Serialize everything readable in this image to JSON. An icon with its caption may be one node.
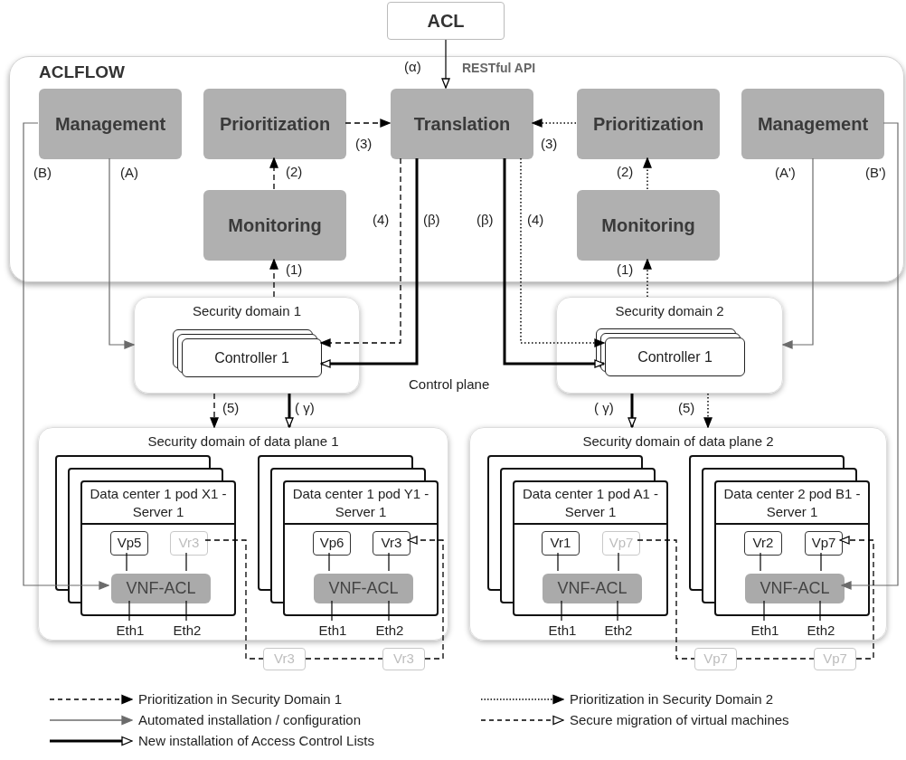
{
  "diagram": {
    "nodes": [
      {
        "text": [
          "ACL"
        ]
      },
      {
        "text": [
          "ACLFLOW"
        ]
      },
      {
        "text": [
          "Management"
        ],
        "in": 1
      },
      {
        "text": [
          "Prioritization"
        ],
        "in": 1
      },
      {
        "text": [
          "Translation"
        ],
        "in": 1
      },
      {
        "text": [
          "Prioritization"
        ],
        "in": 1
      },
      {
        "text": [
          "Management"
        ],
        "in": 1
      },
      {
        "text": [
          "Monitoring"
        ],
        "in": 1
      },
      {
        "text": [
          "Monitoring"
        ],
        "in": 1
      },
      {
        "text": [
          "Security domain 1"
        ]
      },
      {
        "text": [
          "Controller 1"
        ],
        "in": 9
      },
      {
        "text": [
          "Security domain 2"
        ]
      },
      {
        "text": [
          "Controller 1"
        ],
        "in": 11
      },
      {
        "text": [
          "Security domain of data plane 1"
        ]
      },
      {
        "text": [
          "Data center 1 pod X1 - Server 1"
        ],
        "in": 13
      },
      {
        "text": [
          "Vp5"
        ],
        "in": 14
      },
      {
        "text": [
          "Vr3"
        ],
        "in": 14
      },
      {
        "text": [
          "VNF-ACL"
        ],
        "in": 14
      },
      {
        "text": [
          "Eth1"
        ],
        "in": 13
      },
      {
        "text": [
          "Eth2"
        ],
        "in": 13
      },
      {
        "text": [
          "Data center 1 pod Y1 - Server 1"
        ],
        "in": 13
      },
      {
        "text": [
          "Vp6"
        ],
        "in": 20
      },
      {
        "text": [
          "Vr3"
        ],
        "in": 20
      },
      {
        "text": [
          "VNF-ACL"
        ],
        "in": 20
      },
      {
        "text": [
          "Eth1"
        ],
        "in": 13
      },
      {
        "text": [
          "Eth2"
        ],
        "in": 13
      },
      {
        "text": [
          "Security domain of data plane 2"
        ]
      },
      {
        "text": [
          "Data center 1 pod A1 - Server 1"
        ],
        "in": 26
      },
      {
        "text": [
          "Vr1"
        ],
        "in": 27
      },
      {
        "text": [
          "Vp7"
        ],
        "in": 27
      },
      {
        "text": [
          "VNF-ACL"
        ],
        "in": 27
      },
      {
        "text": [
          "Eth1"
        ],
        "in": 26
      },
      {
        "text": [
          "Eth2"
        ],
        "in": 26
      },
      {
        "text": [
          "Data center 2 pod B1 - Server 1"
        ],
        "in": 26
      },
      {
        "text": [
          "Vr2"
        ],
        "in": 33
      },
      {
        "text": [
          "Vp7"
        ],
        "in": 33
      },
      {
        "text": [
          "VNF-ACL"
        ],
        "in": 33
      },
      {
        "text": [
          "Eth1"
        ],
        "in": 26
      },
      {
        "text": [
          "Eth2"
        ],
        "in": 26
      },
      {
        "text": [
          "Vr3"
        ]
      },
      {
        "text": [
          "Vr3"
        ]
      },
      {
        "text": [
          "Vp7"
        ]
      },
      {
        "text": [
          "Vp7"
        ]
      }
    ],
    "edges": [
      {
        "from": 0,
        "to": 4,
        "arrow": "to",
        "label": "(α)"
      },
      {
        "from": 3,
        "to": 4,
        "arrow": "to",
        "label": "(3)",
        "style": "dashed"
      },
      {
        "from": 5,
        "to": 4,
        "arrow": "to",
        "label": "(3)",
        "style": "dashed"
      },
      {
        "from": 7,
        "to": 3,
        "arrow": "to",
        "label": "(2)",
        "style": "dashed"
      },
      {
        "from": 8,
        "to": 5,
        "arrow": "to",
        "label": "(2)",
        "style": "dashed"
      },
      {
        "from": 9,
        "to": 7,
        "arrow": "to",
        "label": "(1)",
        "style": "dashed"
      },
      {
        "from": 11,
        "to": 8,
        "arrow": "to",
        "label": "(1)",
        "style": "dashed"
      },
      {
        "from": 4,
        "to": 10,
        "arrow": "to",
        "label": "(4)",
        "style": "dashed"
      },
      {
        "from": 4,
        "to": 10,
        "arrow": "to",
        "label": "(β)",
        "style": "thick"
      },
      {
        "from": 4,
        "to": 12,
        "arrow": "to",
        "label": "(β)",
        "style": "thick"
      },
      {
        "from": 4,
        "to": 12,
        "arrow": "to",
        "label": "(4)",
        "style": "dashed"
      },
      {
        "from": 2,
        "to": 9,
        "arrow": "to",
        "label": "(A)",
        "color": "#6b6b6b"
      },
      {
        "from": 6,
        "to": 11,
        "arrow": "to",
        "label": "(A')",
        "color": "#6b6b6b"
      },
      {
        "from": 2,
        "to": 17,
        "arrow": "to",
        "label": "(B)",
        "color": "#6b6b6b"
      },
      {
        "from": 6,
        "to": 36,
        "arrow": "to",
        "label": "(B')",
        "color": "#6b6b6b"
      },
      {
        "from": 9,
        "to": 13,
        "arrow": "to",
        "label": "(5)",
        "style": "dashed"
      },
      {
        "from": 9,
        "to": 13,
        "arrow": "to",
        "label": "( γ)",
        "style": "thick"
      },
      {
        "from": 11,
        "to": 26,
        "arrow": "to",
        "label": "( γ)",
        "style": "thick"
      },
      {
        "from": 11,
        "to": 26,
        "arrow": "to",
        "label": "(5)",
        "style": "dashed"
      },
      {
        "from": 15,
        "to": 17,
        "arrow": "none"
      },
      {
        "from": 16,
        "to": 17,
        "arrow": "none"
      },
      {
        "from": 17,
        "to": 18,
        "arrow": "none"
      },
      {
        "from": 17,
        "to": 19,
        "arrow": "none"
      },
      {
        "from": 21,
        "to": 23,
        "arrow": "none"
      },
      {
        "from": 22,
        "to": 23,
        "arrow": "none"
      },
      {
        "from": 23,
        "to": 24,
        "arrow": "none"
      },
      {
        "from": 23,
        "to": 25,
        "arrow": "none"
      },
      {
        "from": 28,
        "to": 30,
        "arrow": "none"
      },
      {
        "from": 29,
        "to": 30,
        "arrow": "none"
      },
      {
        "from": 30,
        "to": 31,
        "arrow": "none"
      },
      {
        "from": 30,
        "to": 32,
        "arrow": "none"
      },
      {
        "from": 34,
        "to": 36,
        "arrow": "none"
      },
      {
        "from": 35,
        "to": 36,
        "arrow": "none"
      },
      {
        "from": 36,
        "to": 37,
        "arrow": "none"
      },
      {
        "from": 36,
        "to": 38,
        "arrow": "none"
      },
      {
        "from": 16,
        "to": 39,
        "arrow": "none",
        "style": "dashed"
      },
      {
        "from": 39,
        "to": 40,
        "arrow": "none",
        "style": "dashed"
      },
      {
        "from": 40,
        "to": 22,
        "arrow": "to",
        "style": "dashed"
      },
      {
        "from": 29,
        "to": 41,
        "arrow": "none",
        "style": "dashed"
      },
      {
        "from": 41,
        "to": 42,
        "arrow": "none",
        "style": "dashed"
      },
      {
        "from": 42,
        "to": 35,
        "arrow": "to",
        "style": "dashed"
      }
    ],
    "labels": [
      "RESTful API",
      "Control plane"
    ],
    "legend": [
      {
        "text": "Prioritization in Security Domain 1"
      },
      {
        "text": "Automated installation / configuration"
      },
      {
        "text": "New installation of Access Control Lists"
      },
      {
        "text": "Prioritization in Security Domain 2"
      },
      {
        "text": "Secure migration of virtual machines"
      }
    ]
  }
}
